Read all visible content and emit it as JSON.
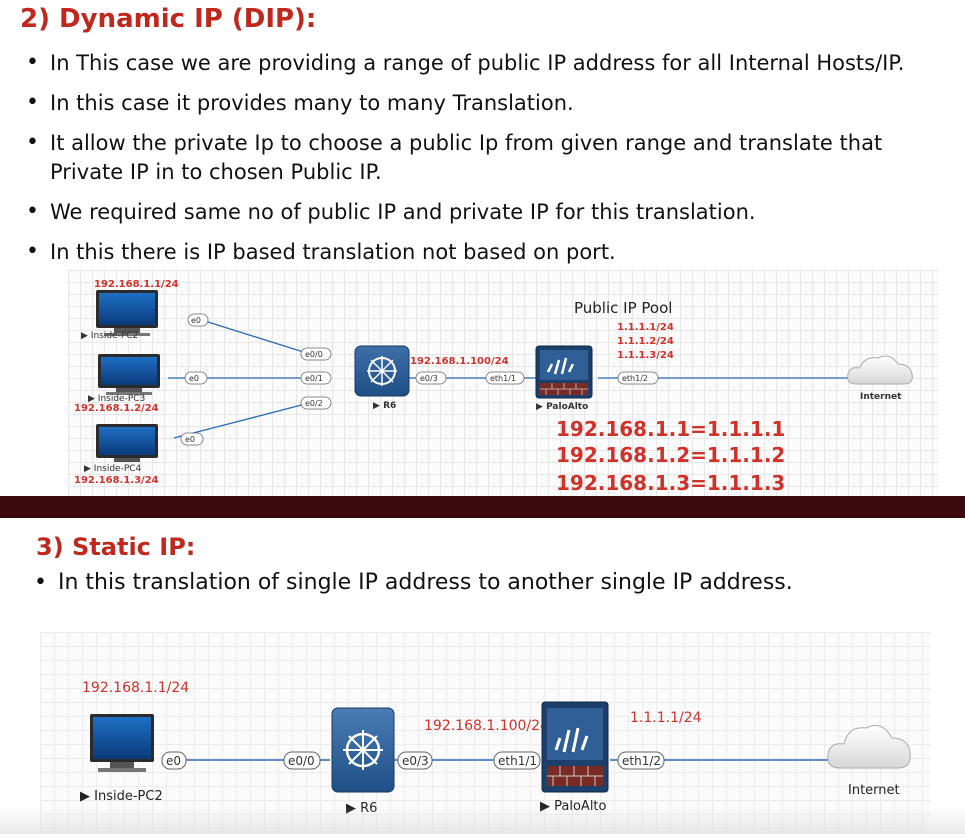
{
  "section_dip": {
    "title": "2) Dynamic IP (DIP):",
    "bullets": [
      "In This case we are providing a range of public IP address for all Internal Hosts/IP.",
      "In this case it provides many to many Translation.",
      "It allow the private Ip to choose a public Ip from given range and translate that",
      "Private IP in to chosen Public IP.",
      "We required same no of public IP and private IP for this translation.",
      "In this there is IP based translation not based on port."
    ],
    "diagram": {
      "pc2_ip": "192.168.1.1/24",
      "pc2_name": "Inside-PC2",
      "pc3_name": "Inside-PC3",
      "pc3_ip": "192.168.1.2/24",
      "pc4_name": "Inside-PC4",
      "pc4_ip": "192.168.1.3/24",
      "pc_port": "e0",
      "r6_ports": [
        "e0/0",
        "e0/1",
        "e0/2"
      ],
      "r6_out_port": "e0/3",
      "r6_name": "R6",
      "link_ip": "192.168.1.100/24",
      "pa_in_port": "eth1/1",
      "pa_out_port": "eth1/2",
      "pa_name": "PaloAlto",
      "internet": "Internet",
      "pool_title": "Public IP Pool",
      "pool": [
        "1.1.1.1/24",
        "1.1.1.2/24",
        "1.1.1.3/24"
      ],
      "mappings": [
        "192.168.1.1=1.1.1.1",
        "192.168.1.2=1.1.1.2",
        "192.168.1.3=1.1.1.3"
      ]
    }
  },
  "section_static": {
    "title": "3) Static IP:",
    "bullet": "In this translation of single IP address to another single IP address.",
    "diagram": {
      "pc_ip": "192.168.1.1/24",
      "pc_name": "Inside-PC2",
      "pc_port": "e0",
      "r6_in_port": "e0/0",
      "r6_out_port": "e0/3",
      "r6_name": "R6",
      "link_ip": "192.168.1.100/24",
      "pa_in_port": "eth1/1",
      "pa_out_port": "eth1/2",
      "pa_name": "PaloAlto",
      "public_ip": "1.1.1.1/24",
      "internet": "Internet"
    }
  },
  "colors": {
    "heading": "#c0281e",
    "ip_label": "#d0322a",
    "link": "#2a6bb6",
    "divider": "#3a0a0c"
  },
  "icons": [
    "monitor-icon",
    "router-icon",
    "firewall-icon",
    "cloud-icon"
  ]
}
